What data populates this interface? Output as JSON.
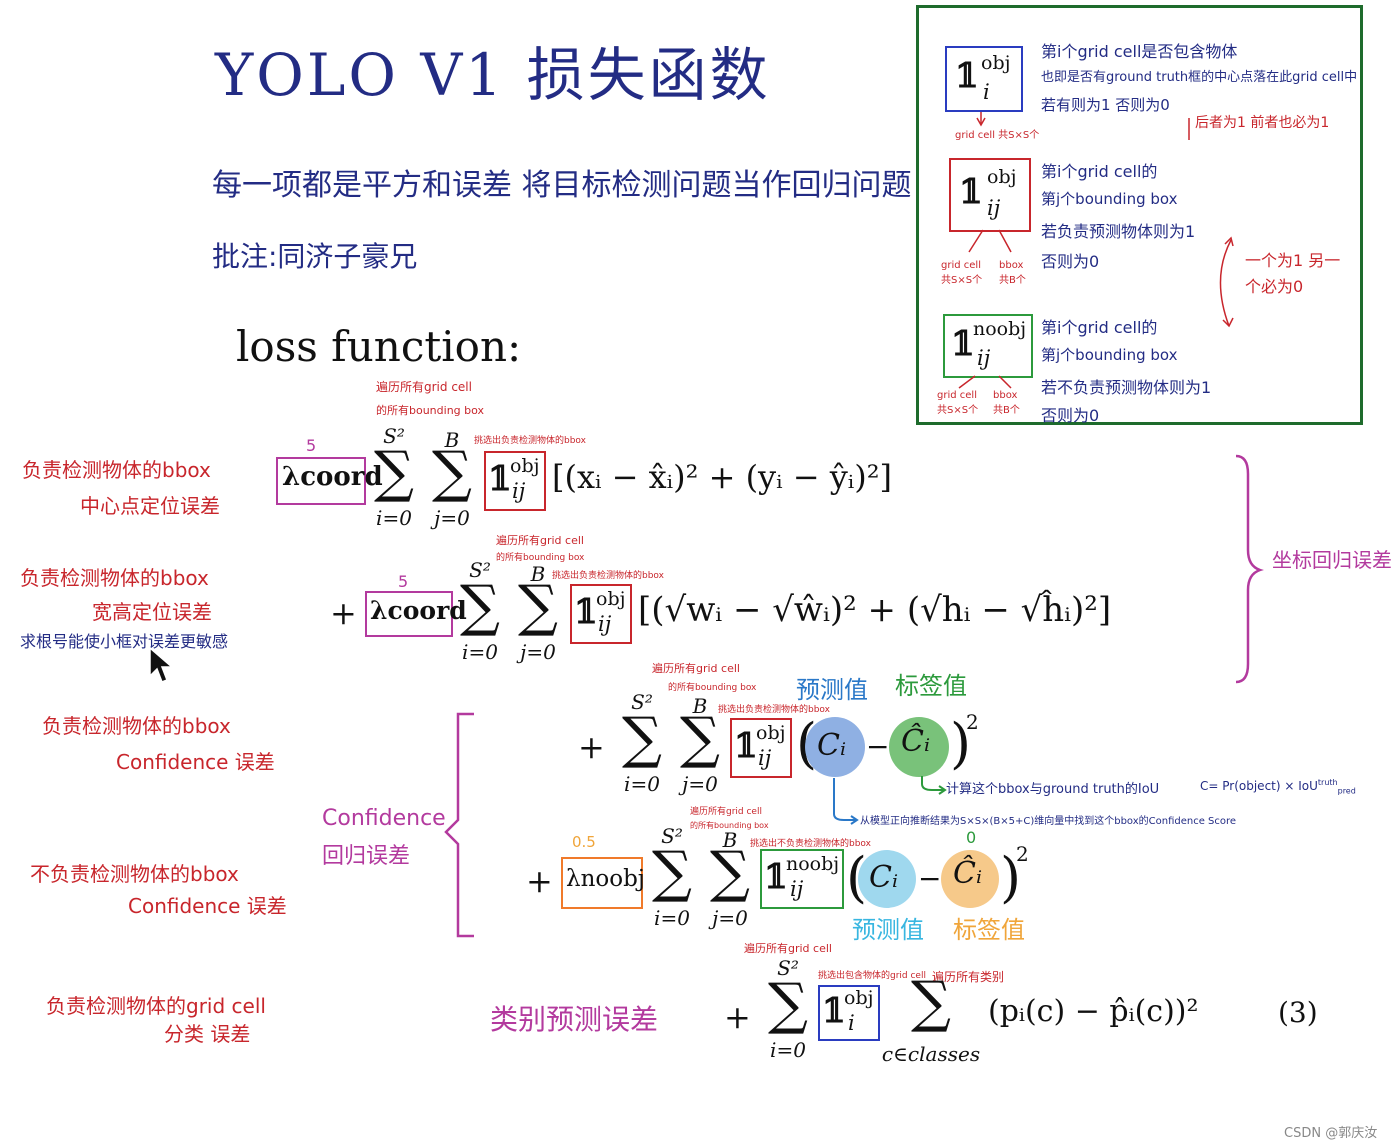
{
  "title": "YOLO V1 损失函数",
  "subtitle": "每一项都是平方和误差  将目标检测问题当作回归问题",
  "annotation": "批注:同济子豪兄",
  "loss_heading": "loss function:",
  "legend": {
    "obj_i": {
      "symbol_sup": "obj",
      "symbol_sub": "i",
      "desc1": "第i个grid cell是否包含物体",
      "desc2": "也即是否有ground truth框的中心点落在此grid cell中",
      "desc3": "若有则为1 否则为0",
      "under": "grid cell 共S×S个",
      "side": "后者为1 前者也必为1"
    },
    "obj_ij": {
      "symbol_sup": "obj",
      "symbol_sub": "ij",
      "desc1": "第i个grid cell的",
      "desc2": "第j个bounding box",
      "desc3": "若负责预测物体则为1",
      "desc4": "否则为0",
      "under_left": "grid cell 共S×S个",
      "under_right": "bbox 共B个"
    },
    "noobj_ij": {
      "symbol_sup": "noobj",
      "symbol_sub": "ij",
      "desc1": "第i个grid cell的",
      "desc2": "第j个bounding box",
      "desc3": "若不负责预测物体则为1",
      "desc4": "否则为0",
      "under_left": "grid cell 共S×S个",
      "under_right": "bbox 共B个"
    },
    "mutual": "一个为1 另一个必为0"
  },
  "left_notes": {
    "n1_line1": "负责检测物体的bbox",
    "n1_line2": "中心点定位误差",
    "n2_line1": "负责检测物体的bbox",
    "n2_line2": "宽高定位误差",
    "n2_line3": "求根号能使小框对误差更敏感",
    "n3_line1": "负责检测物体的bbox",
    "n3_line2": "Confidence 误差",
    "n4_line1": "不负责检测物体的bbox",
    "n4_line2": "Confidence 误差",
    "n5_line1": "负责检测物体的grid cell",
    "n5_line2": "分类 误差"
  },
  "formula": {
    "lambda_coord": "λcoord",
    "lambda_noobj": "λnoobj",
    "lambda_coord_value": "5",
    "lambda_noobj_value": "0.5",
    "sum_upper_s": "S²",
    "sum_upper_b": "B",
    "sum_lower_i": "i=0",
    "sum_lower_j": "j=0",
    "sum_lower_c": "c∈classes",
    "term1": "[(xᵢ − x̂ᵢ)² + (yᵢ − ŷᵢ)²]",
    "term2": "[(√wᵢ − √ŵᵢ)² + (√hᵢ − √ĥᵢ)²]",
    "c_pred": "Cᵢ",
    "c_label": "Ĉᵢ",
    "term5": "(pᵢ(c) − p̂ᵢ(c))²",
    "eq_number": "(3)",
    "plus": "+",
    "minus": "−",
    "squared": "2",
    "note_iter_cells": "遍历所有grid cell",
    "note_iter_boxes": "的所有bounding box",
    "note_pick_resp": "挑选出负责检测物体的bbox",
    "note_pick_noresp": "挑选出不负责检测物体的bbox",
    "note_pick_cell": "挑选出包含物体的grid cell",
    "note_iter_classes": "遍历所有类别",
    "pred_label": "预测值",
    "true_label": "标签值",
    "iou_note": "计算这个bbox与ground truth的IoU",
    "forward_note": "从模型正向推断结果为S×S×(B×5+C)维向量中找到这个bbox的Confidence Score",
    "c_formula": "C= Pr(object) × IoU",
    "c_formula_sup": "truth",
    "c_formula_sub": "pred",
    "zero_mark": "0"
  },
  "brackets": {
    "coord": "坐标回归误差",
    "confidence_line1": "Confidence",
    "confidence_line2": "回归误差",
    "class": "类别预测误差"
  },
  "watermark": "CSDN @郭庆汝",
  "colors": {
    "navy": "#232c84",
    "red": "#c8262c",
    "magenta": "#b33a9e",
    "green_box": "#1e6b2c",
    "blue_circle": "#8fb0e3",
    "green_circle": "#79c27a",
    "cyan_circle": "#9fd8ee",
    "orange_circle": "#f6c98a"
  }
}
